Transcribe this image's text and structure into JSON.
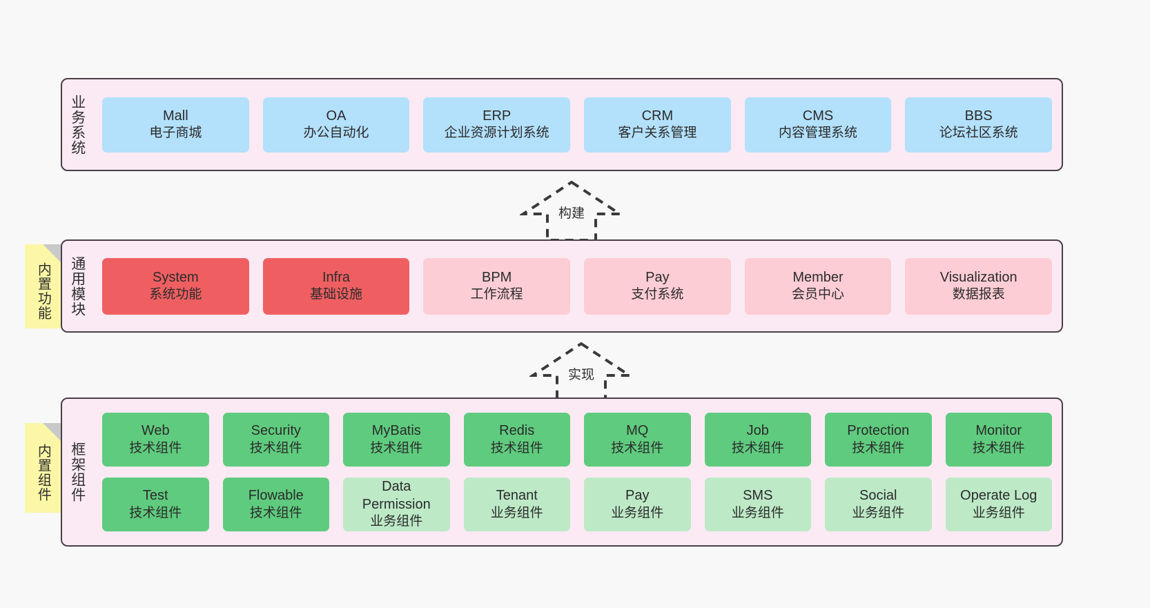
{
  "diagram": {
    "title": "",
    "colors": {
      "panel_bg": "#fbeaf4",
      "panel_border": "#4a3f45",
      "business": "#b3e0fb",
      "module_active": "#ef5f61",
      "module_plain": "#fccdd5",
      "tech_component": "#5fcb7e",
      "business_component": "#bde9c7",
      "note_bg": "#fbf7a6",
      "note_fold": "#c9c9c9",
      "canvas_bg": "#f8f8f8"
    }
  },
  "layers": {
    "business": {
      "label": "业务系统",
      "items": [
        {
          "en": "Mall",
          "cn": "电子商城"
        },
        {
          "en": "OA",
          "cn": "办公自动化"
        },
        {
          "en": "ERP",
          "cn": "企业资源计划系统"
        },
        {
          "en": "CRM",
          "cn": "客户关系管理"
        },
        {
          "en": "CMS",
          "cn": "内容管理系统"
        },
        {
          "en": "BBS",
          "cn": "论坛社区系统"
        }
      ]
    },
    "modules": {
      "label": "通用模块",
      "note": "内置功能",
      "items": [
        {
          "en": "System",
          "cn": "系统功能",
          "style": "redd"
        },
        {
          "en": "Infra",
          "cn": "基础设施",
          "style": "redd"
        },
        {
          "en": "BPM",
          "cn": "工作流程",
          "style": "pinkl"
        },
        {
          "en": "Pay",
          "cn": "支付系统",
          "style": "pinkl"
        },
        {
          "en": "Member",
          "cn": "会员中心",
          "style": "pinkl"
        },
        {
          "en": "Visualization",
          "cn": "数据报表",
          "style": "pinkl"
        }
      ]
    },
    "framework": {
      "label": "框架组件",
      "note": "内置组件",
      "row1": [
        {
          "en": "Web",
          "cn": "技术组件",
          "style": "green"
        },
        {
          "en": "Security",
          "cn": "技术组件",
          "style": "green"
        },
        {
          "en": "MyBatis",
          "cn": "技术组件",
          "style": "green"
        },
        {
          "en": "Redis",
          "cn": "技术组件",
          "style": "green"
        },
        {
          "en": "MQ",
          "cn": "技术组件",
          "style": "green"
        },
        {
          "en": "Job",
          "cn": "技术组件",
          "style": "green"
        },
        {
          "en": "Protection",
          "cn": "技术组件",
          "style": "green"
        },
        {
          "en": "Monitor",
          "cn": "技术组件",
          "style": "green"
        }
      ],
      "row2": [
        {
          "en": "Test",
          "cn": "技术组件",
          "style": "green"
        },
        {
          "en": "Flowable",
          "cn": "技术组件",
          "style": "green"
        },
        {
          "en": "Data Permission",
          "cn": "业务组件",
          "style": "greenl"
        },
        {
          "en": "Tenant",
          "cn": "业务组件",
          "style": "greenl"
        },
        {
          "en": "Pay",
          "cn": "业务组件",
          "style": "greenl"
        },
        {
          "en": "SMS",
          "cn": "业务组件",
          "style": "greenl"
        },
        {
          "en": "Social",
          "cn": "业务组件",
          "style": "greenl"
        },
        {
          "en": "Operate Log",
          "cn": "业务组件",
          "style": "greenl"
        }
      ]
    }
  },
  "connectors": [
    {
      "label": "构建",
      "from": "通用模块",
      "to": "业务系统"
    },
    {
      "label": "实现",
      "from": "框架组件",
      "to": "通用模块"
    }
  ]
}
